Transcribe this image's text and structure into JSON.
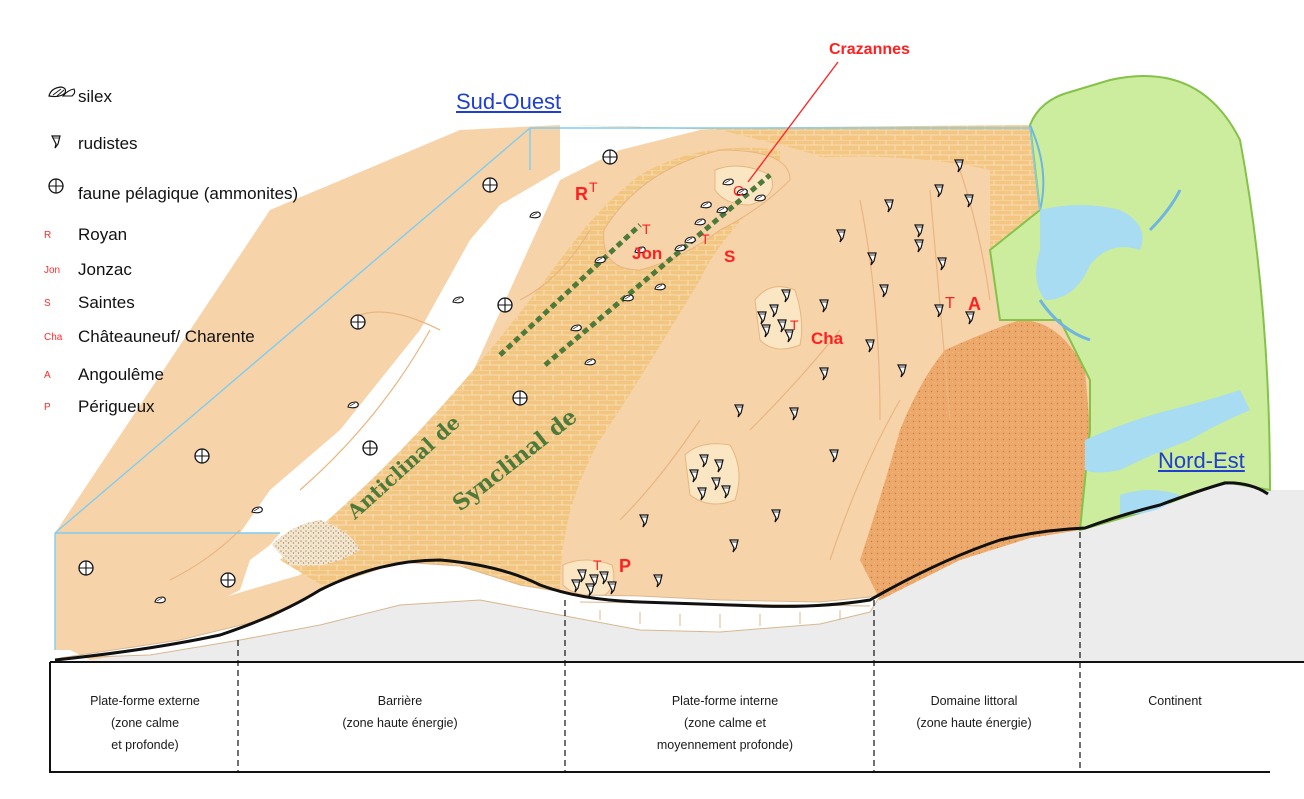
{
  "legend": {
    "items": [
      {
        "icon": "silex-icon",
        "label": "silex"
      },
      {
        "icon": "rudiste-icon",
        "label": "rudistes"
      },
      {
        "icon": "ammonite-icon",
        "label": "faune pélagique (ammonites)"
      },
      {
        "code": "R",
        "label": "Royan"
      },
      {
        "code": "Jon",
        "label": "Jonzac"
      },
      {
        "code": "S",
        "label": "Saintes"
      },
      {
        "code": "Cha",
        "label": "Châteauneuf/ Charente"
      },
      {
        "code": "A",
        "label": "Angoulême"
      },
      {
        "code": "P",
        "label": "Périgueux"
      }
    ]
  },
  "directions": {
    "southwest": "Sud-Ouest",
    "northeast": "Nord-Est"
  },
  "callout": {
    "label": "Crazannes",
    "code": "C"
  },
  "towns": {
    "royan": "R",
    "jonzac": "Jon",
    "saintes": "S",
    "chateauneuf": "Cha",
    "angouleme": "A",
    "perigueux": "P",
    "town_marker": "T"
  },
  "structures": {
    "anticlinal": "Anticlinal de",
    "synclinal": "Synclinal de"
  },
  "zones": [
    {
      "name": "Plate-forme externe",
      "lines": [
        "Plate-forme externe",
        "(zone calme",
        "et profonde)"
      ]
    },
    {
      "name": "Barrière",
      "lines": [
        "Barrière",
        "(zone haute énergie)"
      ]
    },
    {
      "name": "Plate-forme interne",
      "lines": [
        "Plate-forme interne",
        "(zone calme et",
        "moyennement profonde)"
      ]
    },
    {
      "name": "Domaine littoral",
      "lines": [
        "Domaine littoral",
        "(zone haute énergie)"
      ]
    },
    {
      "name": "Continent",
      "lines": [
        "Continent"
      ]
    }
  ],
  "colors": {
    "platform": "#f7d3aa",
    "barrier": "#f2c47f",
    "littoral": "#eda86b",
    "continent": "#ccec9e",
    "water": "#a7dcf2",
    "basement": "#ececec",
    "town_red": "#ff2020",
    "direction_blue": "#1f3fd0",
    "fold_green": "#4d7a3a"
  }
}
